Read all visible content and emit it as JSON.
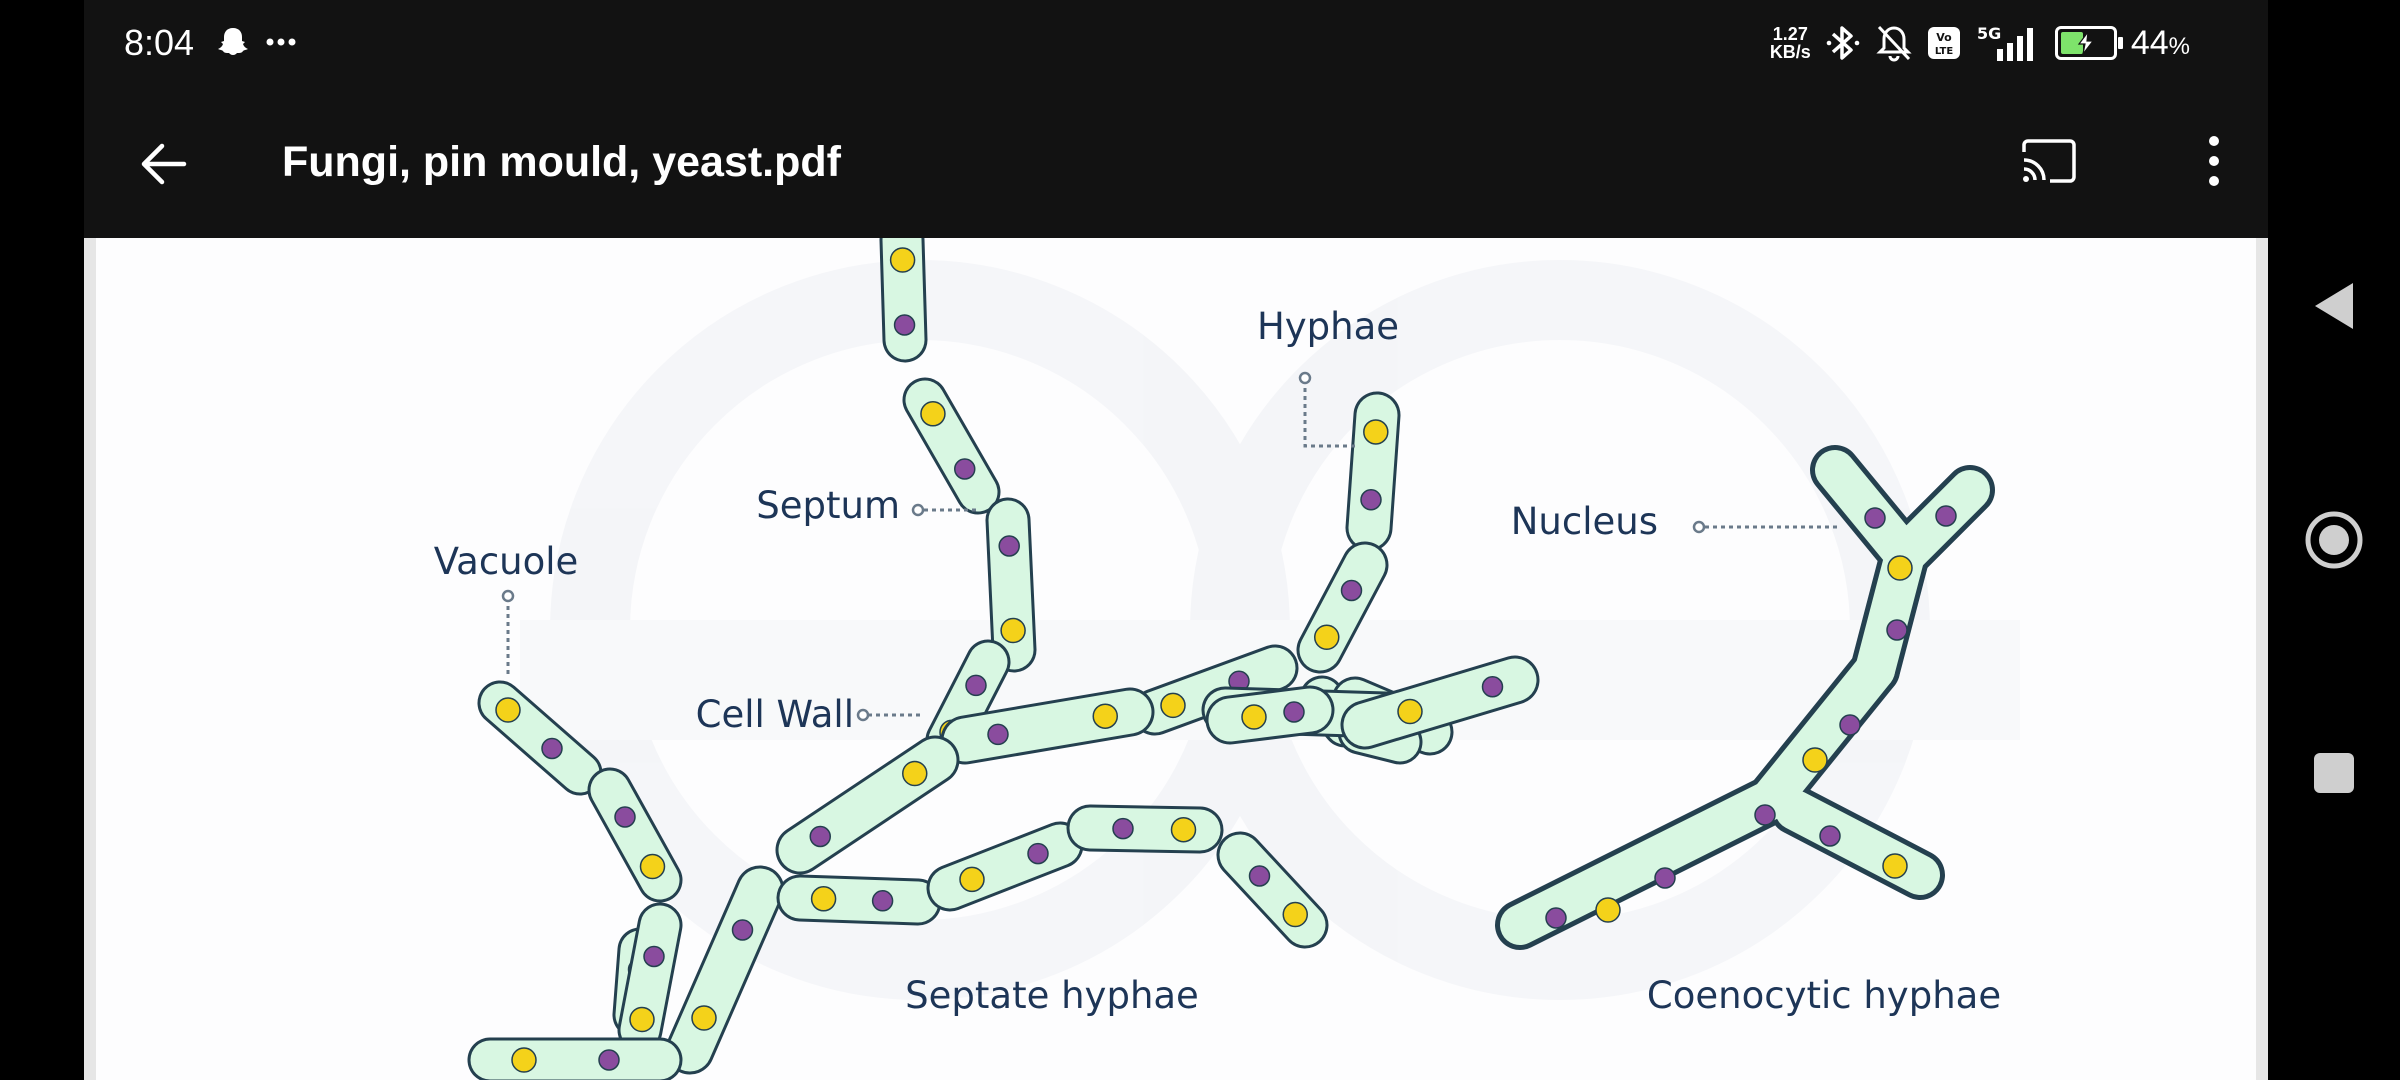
{
  "status_bar": {
    "time": "8:04",
    "left_icons": [
      "snapchat-icon",
      "more-notifications-icon"
    ],
    "net_speed_value": "1.27",
    "net_speed_unit": "KB/s",
    "right_icons": [
      "bluetooth-icon",
      "bell-off-icon",
      "volte-icon",
      "5g-signal-icon",
      "battery-charging-icon"
    ],
    "network_label": "5G",
    "volte_label": "Vo LTE",
    "battery_percent": "44",
    "battery_percent_sign": "%",
    "battery_level": 0.44,
    "battery_color": "#7ee36b"
  },
  "app_bar": {
    "title": "Fungi, pin mould, yeast.pdf",
    "actions": [
      "back-arrow-icon",
      "cast-icon",
      "more-vert-icon"
    ]
  },
  "diagram": {
    "labels": {
      "hyphae": "Hyphae",
      "septum": "Septum",
      "vacuole": "Vacuole",
      "cell_wall": "Cell Wall",
      "nucleus": "Nucleus",
      "septate": "Septate hyphae",
      "coenocytic": "Coenocytic hyphae"
    },
    "colors": {
      "cell_fill": "#d8f7e2",
      "cell_stroke": "#24404f",
      "vacuole": "#f4d21a",
      "nucleus": "#8a4c9e",
      "label": "#1d3557"
    }
  },
  "nav_bar": {
    "buttons": [
      "back-triangle-icon",
      "home-circle-icon",
      "recents-square-icon"
    ]
  }
}
